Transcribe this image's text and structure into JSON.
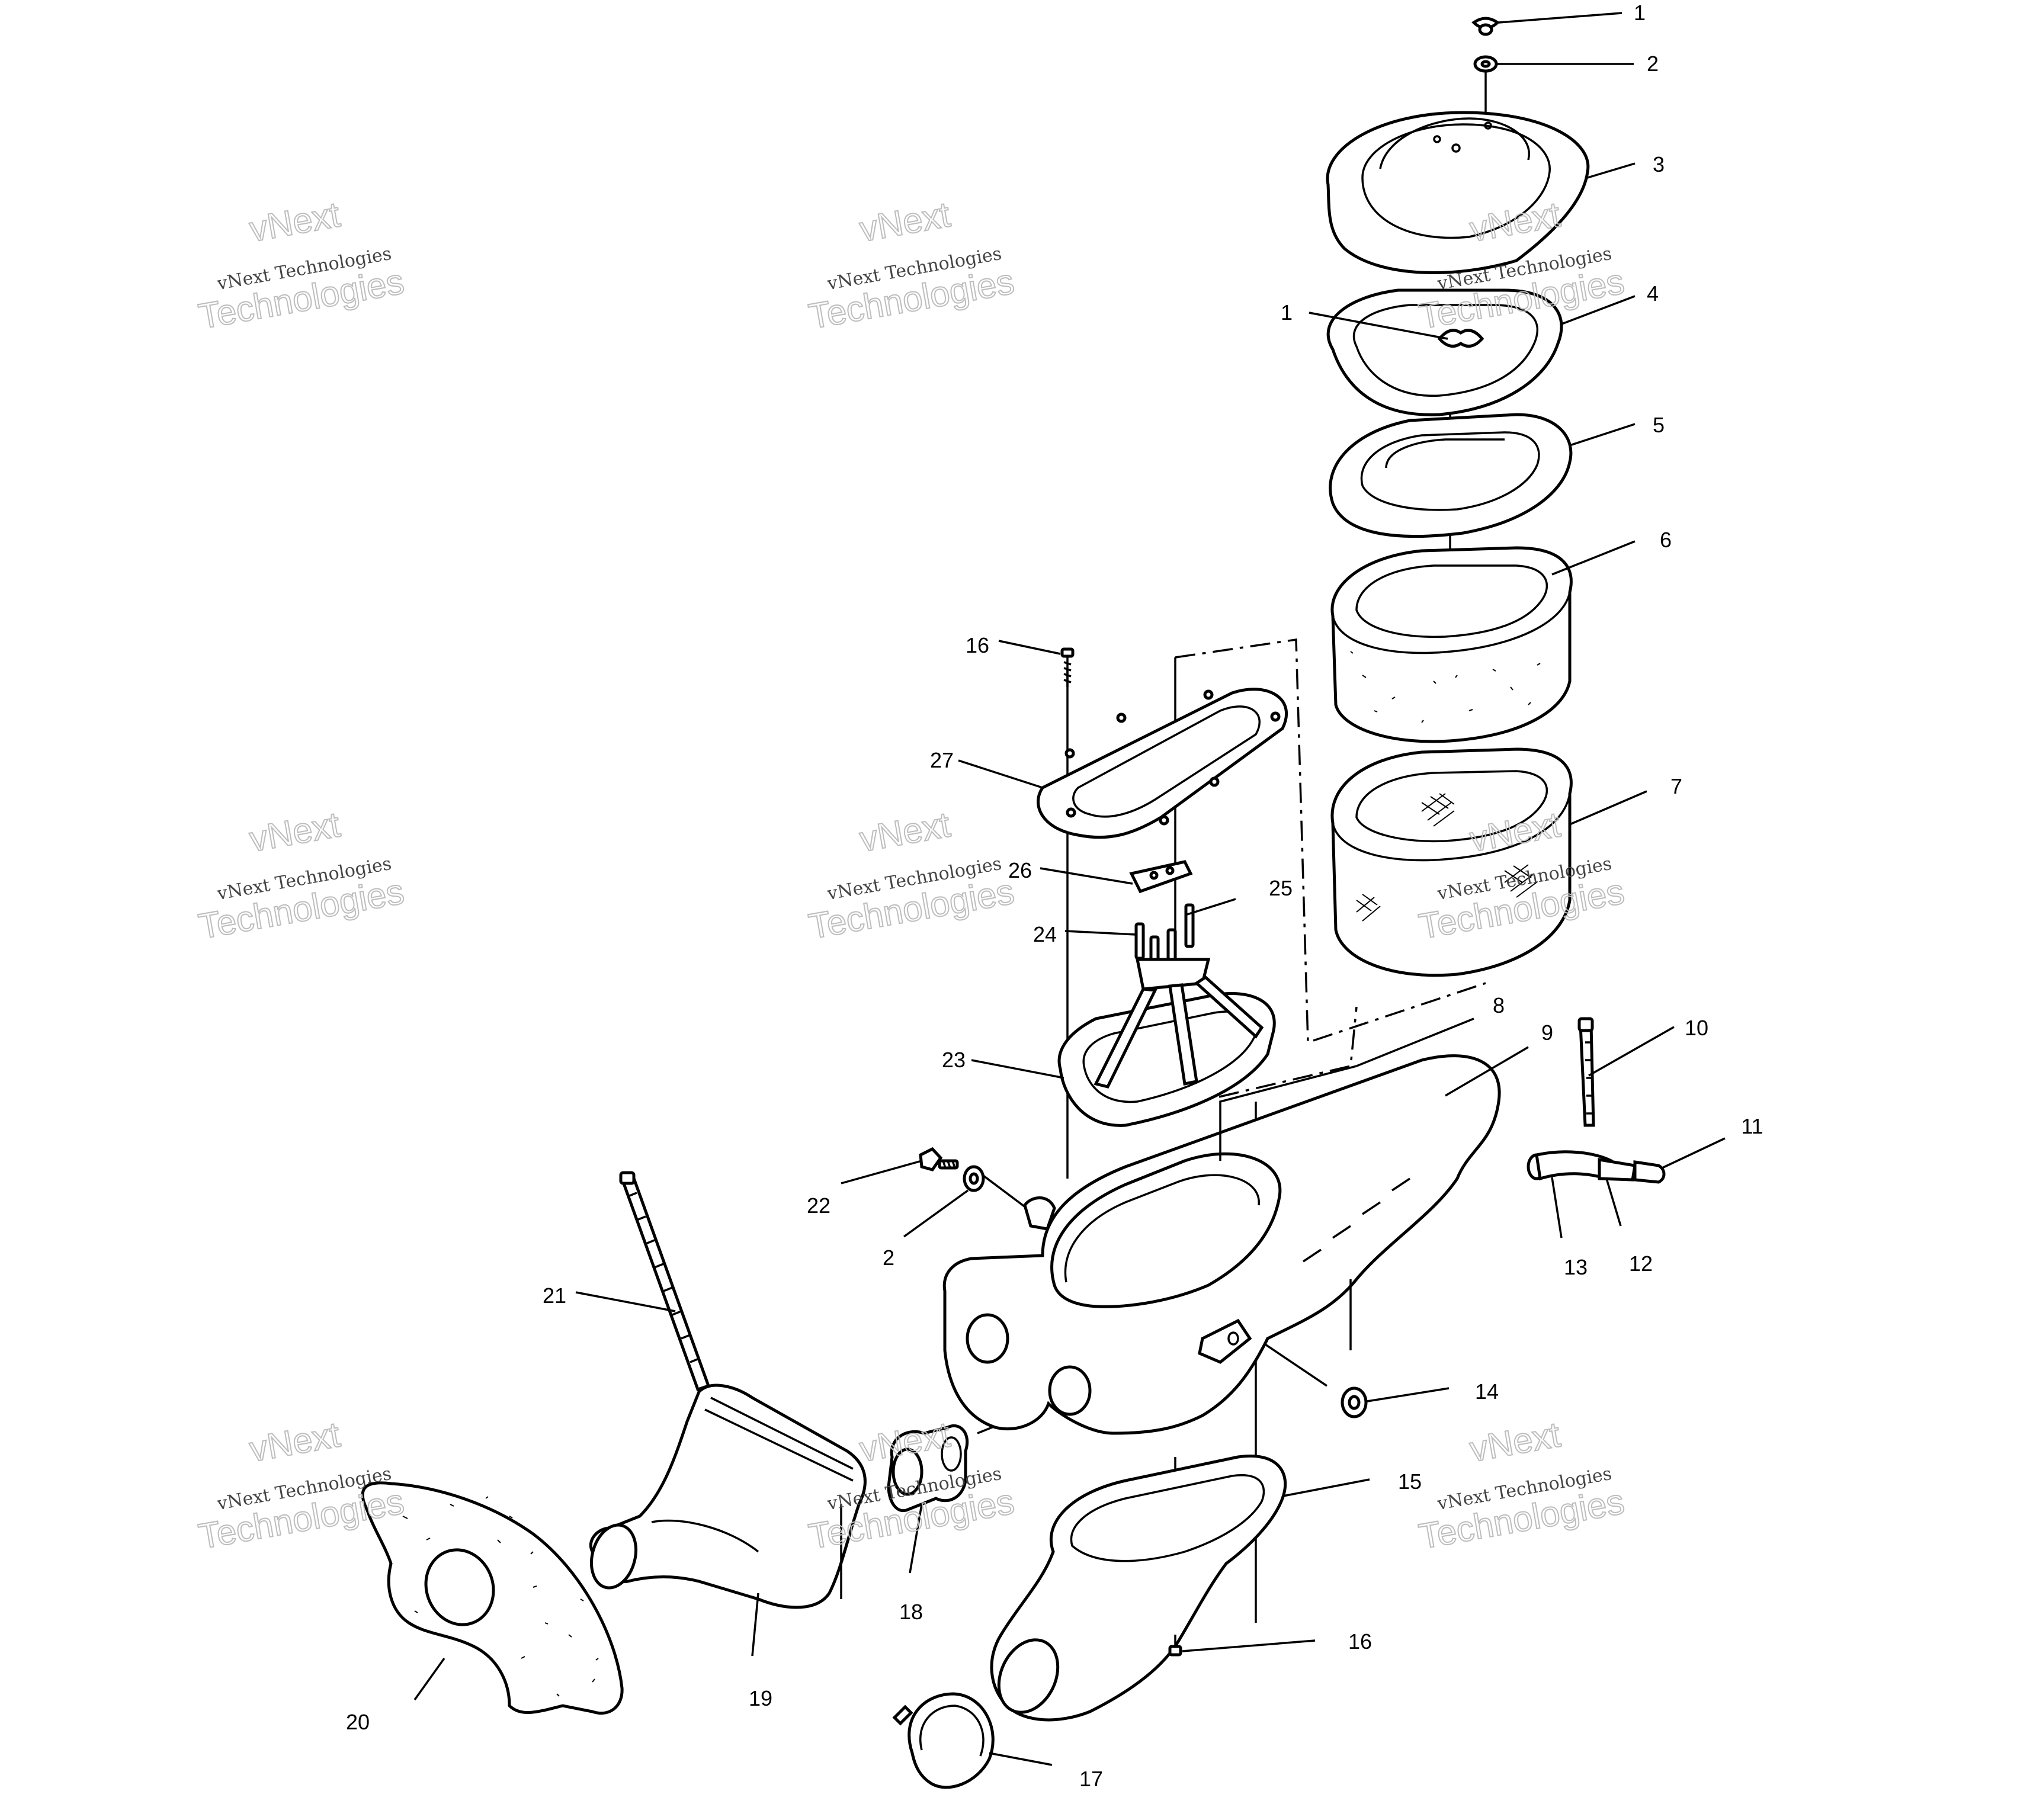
{
  "callouts": [
    {
      "id": "c1a",
      "text": "1"
    },
    {
      "id": "c2a",
      "text": "2"
    },
    {
      "id": "c3",
      "text": "3"
    },
    {
      "id": "c1b",
      "text": "1"
    },
    {
      "id": "c4",
      "text": "4"
    },
    {
      "id": "c5",
      "text": "5"
    },
    {
      "id": "c6",
      "text": "6"
    },
    {
      "id": "c7",
      "text": "7"
    },
    {
      "id": "c16a",
      "text": "16"
    },
    {
      "id": "c27",
      "text": "27"
    },
    {
      "id": "c26",
      "text": "26"
    },
    {
      "id": "c25",
      "text": "25"
    },
    {
      "id": "c24",
      "text": "24"
    },
    {
      "id": "c23",
      "text": "23"
    },
    {
      "id": "c8",
      "text": "8"
    },
    {
      "id": "c9",
      "text": "9"
    },
    {
      "id": "c10",
      "text": "10"
    },
    {
      "id": "c11",
      "text": "11"
    },
    {
      "id": "c22",
      "text": "22"
    },
    {
      "id": "c2b",
      "text": "2"
    },
    {
      "id": "c13",
      "text": "13"
    },
    {
      "id": "c12",
      "text": "12"
    },
    {
      "id": "c21",
      "text": "21"
    },
    {
      "id": "c14",
      "text": "14"
    },
    {
      "id": "c15",
      "text": "15"
    },
    {
      "id": "c18",
      "text": "18"
    },
    {
      "id": "c16b",
      "text": "16"
    },
    {
      "id": "c19",
      "text": "19"
    },
    {
      "id": "c20",
      "text": "20"
    },
    {
      "id": "c17",
      "text": "17"
    }
  ],
  "watermark": {
    "brand": "vNext",
    "line": "vNext Technologies",
    "big": "Technologies"
  }
}
